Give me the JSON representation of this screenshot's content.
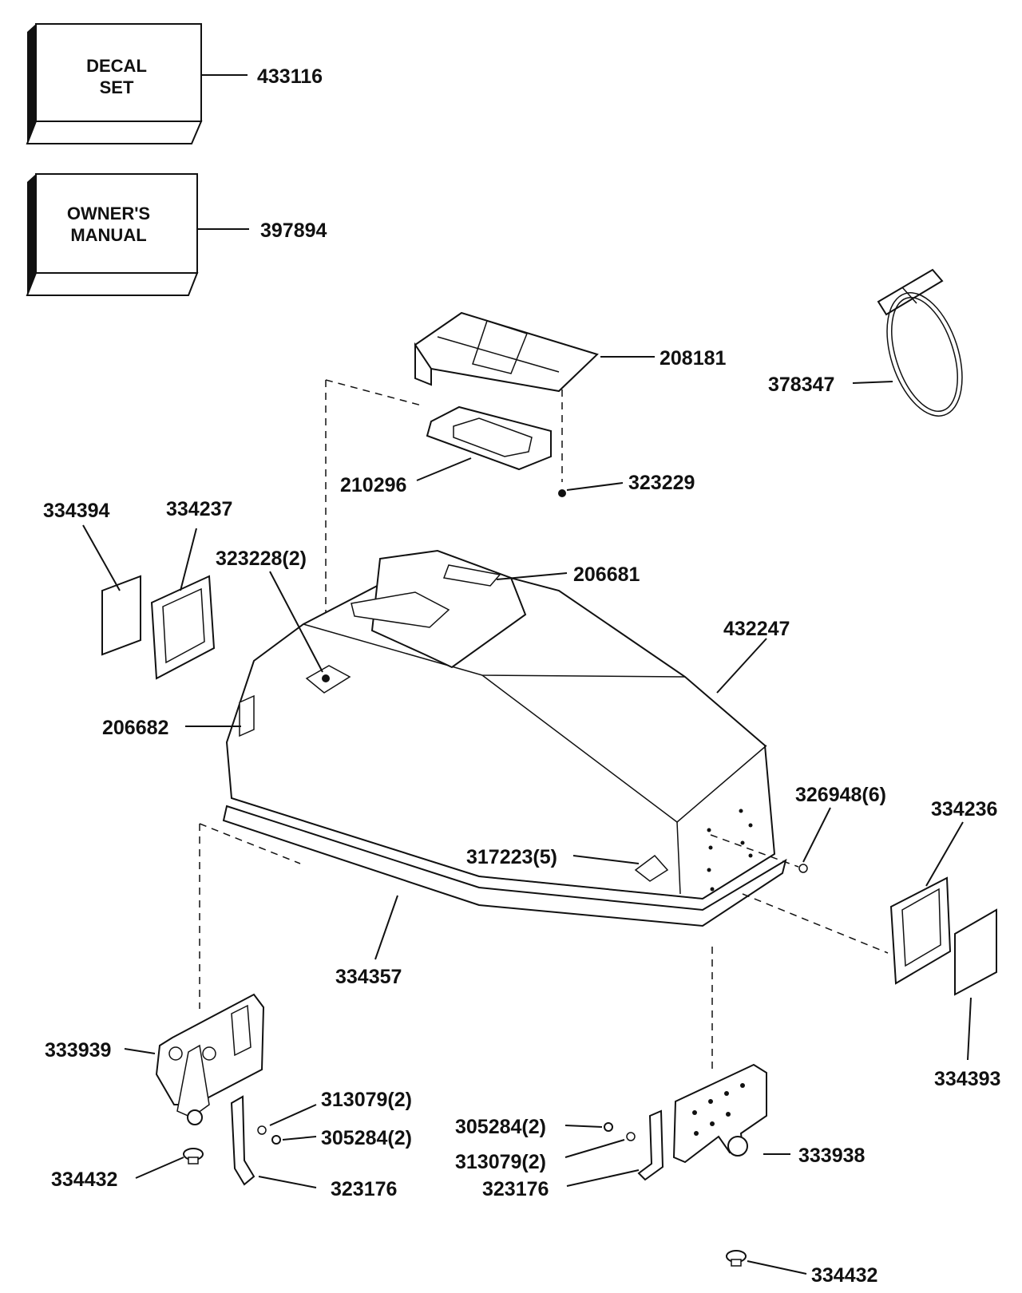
{
  "boxes": {
    "decal": {
      "line1": "DECAL",
      "line2": "SET",
      "part": "433116"
    },
    "manual": {
      "line1": "OWNER'S",
      "line2": "MANUAL",
      "part": "397894"
    }
  },
  "labels": {
    "p208181": "208181",
    "p378347": "378347",
    "p210296": "210296",
    "p323229": "323229",
    "p334394": "334394",
    "p334237": "334237",
    "p323228": "323228(2)",
    "p206681": "206681",
    "p432247": "432247",
    "p206682": "206682",
    "p326948": "326948(6)",
    "p334236": "334236",
    "p317223": "317223(5)",
    "p334357": "334357",
    "p334393": "334393",
    "p333939": "333939",
    "p313079a": "313079(2)",
    "p305284a": "305284(2)",
    "p334432a": "334432",
    "p323176a": "323176",
    "p305284b": "305284(2)",
    "p313079b": "313079(2)",
    "p323176b": "323176",
    "p333938": "333938",
    "p334432b": "334432"
  }
}
